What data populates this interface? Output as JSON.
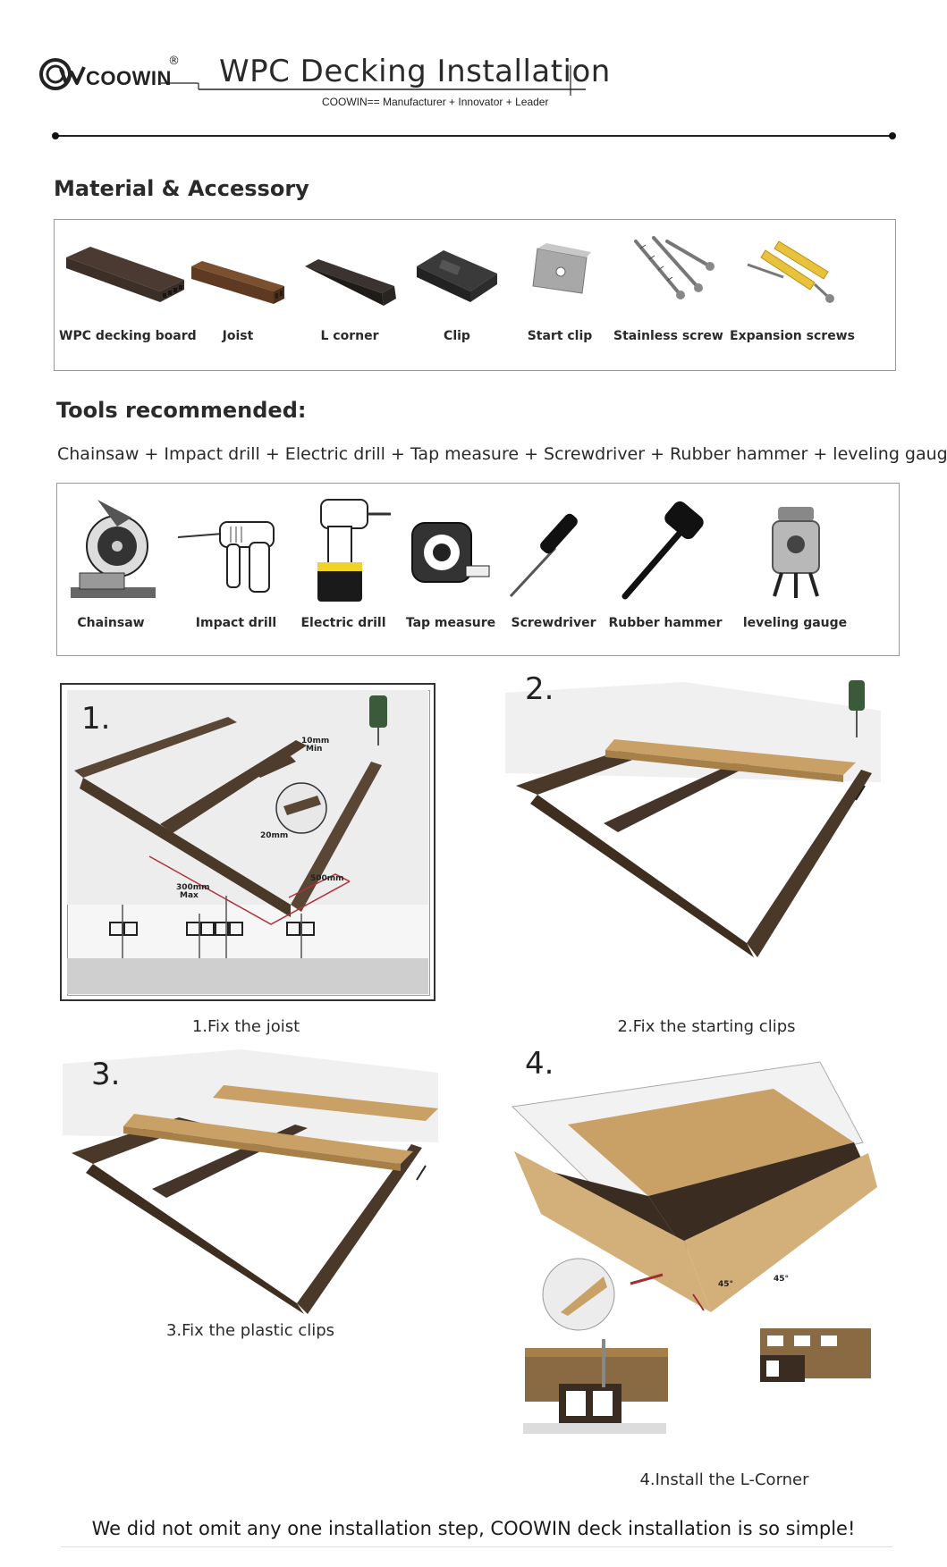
{
  "header": {
    "brand": "COOWIN",
    "registered": "®",
    "title": "WPC Decking Installation",
    "subtitle": "COOWIN== Manufacturer + Innovator + Leader"
  },
  "materials": {
    "heading": "Material & Accessory",
    "items": [
      {
        "label": "WPC decking board",
        "icon": "decking-board-icon"
      },
      {
        "label": "Joist",
        "icon": "joist-icon"
      },
      {
        "label": "L corner",
        "icon": "l-corner-icon"
      },
      {
        "label": "Clip",
        "icon": "clip-icon"
      },
      {
        "label": "Start clip",
        "icon": "start-clip-icon"
      },
      {
        "label": "Stainless screw",
        "icon": "screw-icon"
      },
      {
        "label": "Expansion screws",
        "icon": "expansion-screw-icon"
      }
    ]
  },
  "tools": {
    "heading": "Tools recommended:",
    "line": "Chainsaw + Impact drill + Electric drill + Tap measure + Screwdriver + Rubber hammer + leveling gauge.",
    "items": [
      {
        "label": "Chainsaw",
        "icon": "chainsaw-icon"
      },
      {
        "label": "Impact drill",
        "icon": "impact-drill-icon"
      },
      {
        "label": "Electric drill",
        "icon": "electric-drill-icon"
      },
      {
        "label": "Tap measure",
        "icon": "tape-measure-icon"
      },
      {
        "label": "Screwdriver",
        "icon": "screwdriver-icon"
      },
      {
        "label": "Rubber hammer",
        "icon": "rubber-hammer-icon"
      },
      {
        "label": "leveling gauge",
        "icon": "leveling-gauge-icon"
      }
    ]
  },
  "steps": [
    {
      "num": "1.",
      "caption": "1.Fix the joist",
      "annotations": [
        "10mm",
        "Min",
        "20mm",
        "300mm",
        "Max",
        "500mm"
      ]
    },
    {
      "num": "2.",
      "caption": "2.Fix the starting clips"
    },
    {
      "num": "3.",
      "caption": "3.Fix the plastic clips"
    },
    {
      "num": "4.",
      "caption": "4.Install the L-Corner",
      "annotations": [
        "45°",
        "45°"
      ]
    }
  ],
  "footer": "We did not omit any one installation step, COOWIN deck installation is so simple!",
  "colors": {
    "joist": "#4a3a2a",
    "board": "#c9a066",
    "board_dark": "#a77f48",
    "frame": "#9a9a9a",
    "annotation": "#b0303a"
  }
}
